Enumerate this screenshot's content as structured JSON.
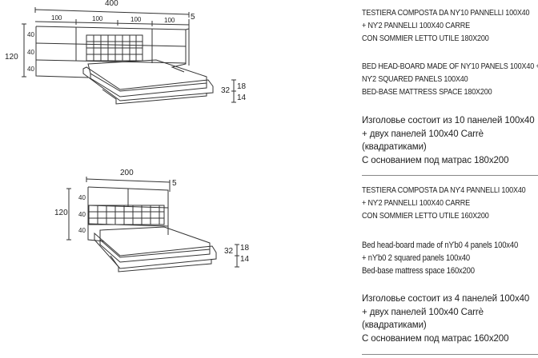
{
  "bed1": {
    "width_dim": "400",
    "panel_dims": [
      "100",
      "100",
      "100",
      "100"
    ],
    "depth_dim": "5",
    "height_dim": "120",
    "row_dims": [
      "40",
      "40",
      "40"
    ],
    "base_dims": [
      "32",
      "18",
      "14"
    ]
  },
  "bed2": {
    "width_dim": "200",
    "depth_dim": "5",
    "height_dim": "120",
    "row_dims": [
      "40",
      "40",
      "40"
    ],
    "base_dims": [
      "32",
      "18",
      "14"
    ]
  },
  "desc1": {
    "it": [
      "TESTIERA COMPOSTA DA Nϒ10 PANNELLI  100X40",
      "+ Nϒ2 PANNELLI 100X40 CARRE",
      "CON SOMMIER LETTO UTILE 180X200"
    ],
    "en": [
      "BED HEAD-BOARD MADE OF  Nϒ10 PANELS  100X40 +",
      "Nϒ2 SQUARED PANELS 100X40",
      "BED-BASE MATTRESS SPACE 180X200"
    ],
    "ru": [
      "Изголовье состоит из 10 панелей 100x40",
      "+ двух панелей 100x40 Carrè",
      "(квадратиками)",
      "С основанием под матрас 180x200"
    ]
  },
  "desc2": {
    "it": [
      "TESTIERA COMPOSTA DA Nϒ4 PANNELLI  100X40",
      "+ Nϒ2 PANNELLI 100X40 CARRE",
      "CON SOMMIER LETTO UTILE 160X200"
    ],
    "en": [
      "Bed head-board made of  nϒb0 4 panels  100x40",
      "+ nϒb0 2 squared panels 100x40",
      "Bed-base mattress space 160x200"
    ],
    "ru": [
      "Изголовье состоит из 4 панелей 100x40",
      "+ двух панелей 100x40 Carrè",
      "(квадратиками)",
      "С основанием под матрас 160x200"
    ]
  }
}
